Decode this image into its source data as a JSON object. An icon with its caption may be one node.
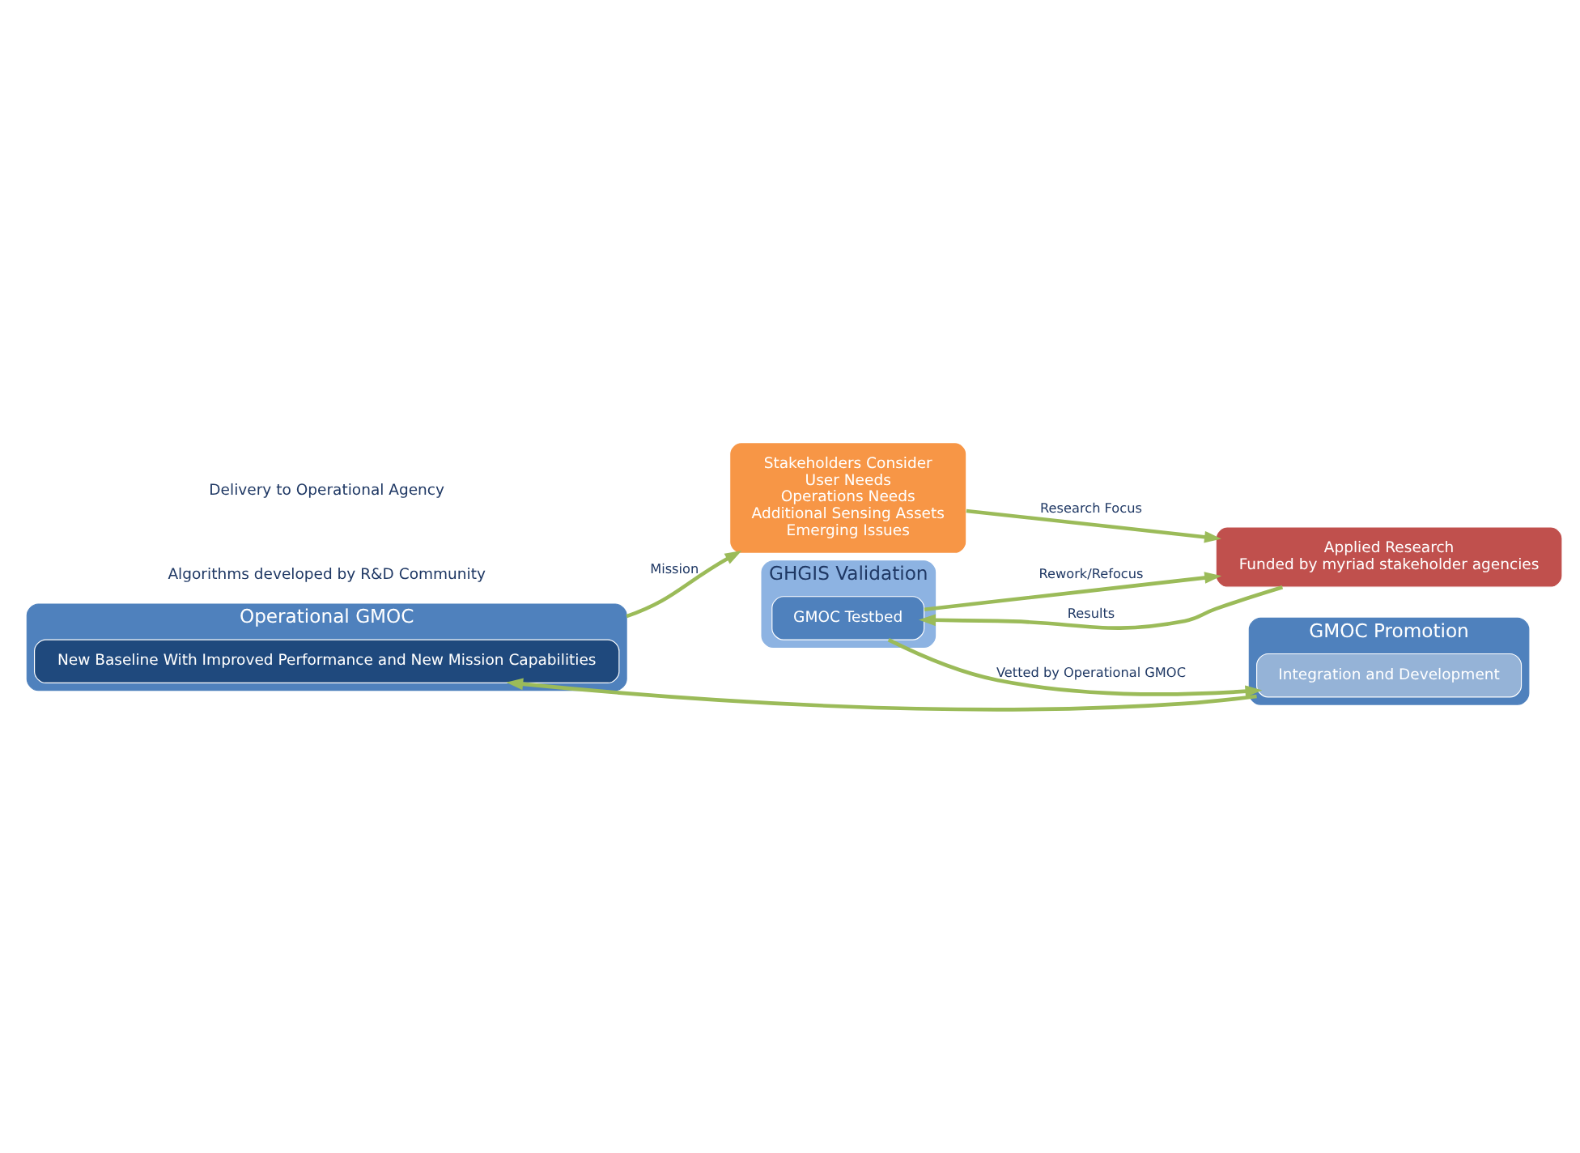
{
  "diagram": {
    "nodes": [
      {
        "text": [
          "GHGIS Validation"
        ]
      },
      {
        "text": [
          "Stakeholders Consider",
          "User Needs",
          "Operations Needs",
          "Additional Sensing Assets",
          "Emerging Issues"
        ]
      },
      {
        "text": [
          "Applied Research",
          "Funded by myriad stakeholder agencies"
        ]
      },
      {
        "text": [
          "GMOC Testbed"
        ],
        "in": 0
      },
      {
        "text": [
          "Operational GMOC"
        ]
      },
      {
        "text": [
          "New Baseline With Improved Performance and New Mission Capabilities"
        ],
        "in": 4
      },
      {
        "text": [
          "GMOC Promotion"
        ]
      },
      {
        "text": [
          "Integration and Development"
        ],
        "in": 6
      }
    ],
    "edges": [
      {
        "from": 4,
        "to": 1,
        "arrow": "to",
        "label": "Mission"
      },
      {
        "from": 1,
        "to": 2,
        "arrow": "to",
        "label": "Research Focus"
      },
      {
        "from": 2,
        "to": 3,
        "arrow": "to",
        "label": "Results"
      },
      {
        "from": 3,
        "to": 2,
        "arrow": "to",
        "label": "Rework/Refocus"
      },
      {
        "from": 3,
        "to": 7,
        "arrow": "to",
        "label": "Vetted by Operational GMOC"
      },
      {
        "from": 7,
        "to": 5,
        "arrow": "to"
      }
    ],
    "labels": [
      "Algorithms developed by R&D Community",
      "Delivery to Operational Agency"
    ]
  }
}
